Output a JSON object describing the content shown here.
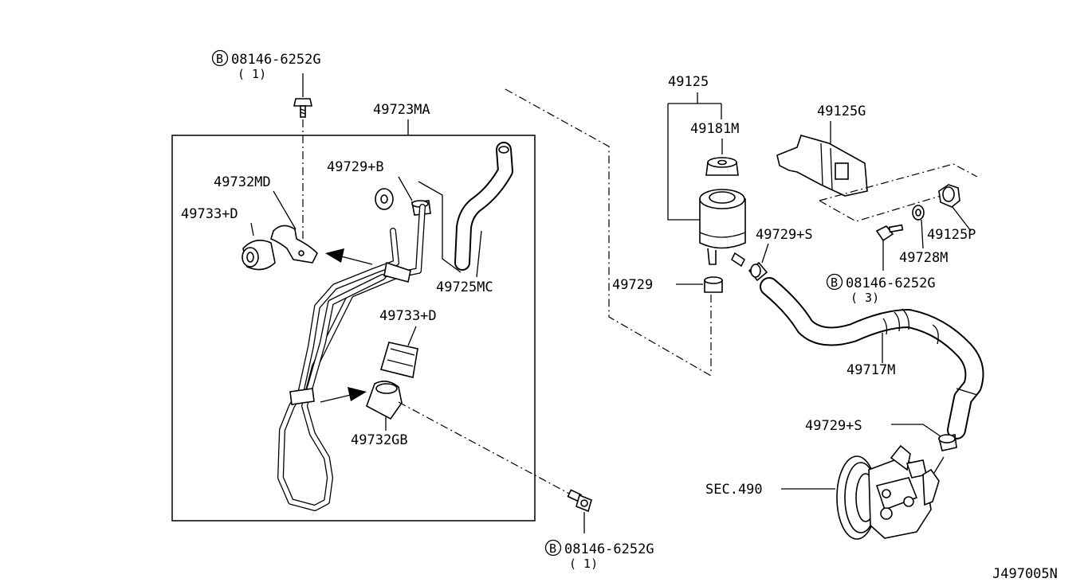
{
  "diagram_id": "J497005N",
  "callouts": {
    "bolt_top": {
      "symbol": "B",
      "part": "08146-6252G",
      "qty": "( 1)"
    },
    "bolt_bottom": {
      "symbol": "B",
      "part": "08146-6252G",
      "qty": "( 1)"
    },
    "bolt_right": {
      "symbol": "B",
      "part": "08146-6252G",
      "qty": "( 3)"
    },
    "tube_assembly": "49723MA",
    "clamp_md": "49732MD",
    "grommet_d_left": "49733+D",
    "clamp_b": "49729+B",
    "return_hose": "49725MC",
    "grommet_d_mid": "49733+D",
    "clamp_gb": "49732GB",
    "reservoir": "49125",
    "reservoir_cap": "49181M",
    "reservoir_bracket": "49125G",
    "reservoir_mount": "49125P",
    "clamp_s_top": "49729+S",
    "washer": "49728M",
    "clamp_plain": "49729",
    "suction_hose": "49717M",
    "clamp_s_bottom": "49729+S",
    "pump_section": "SEC.490"
  }
}
